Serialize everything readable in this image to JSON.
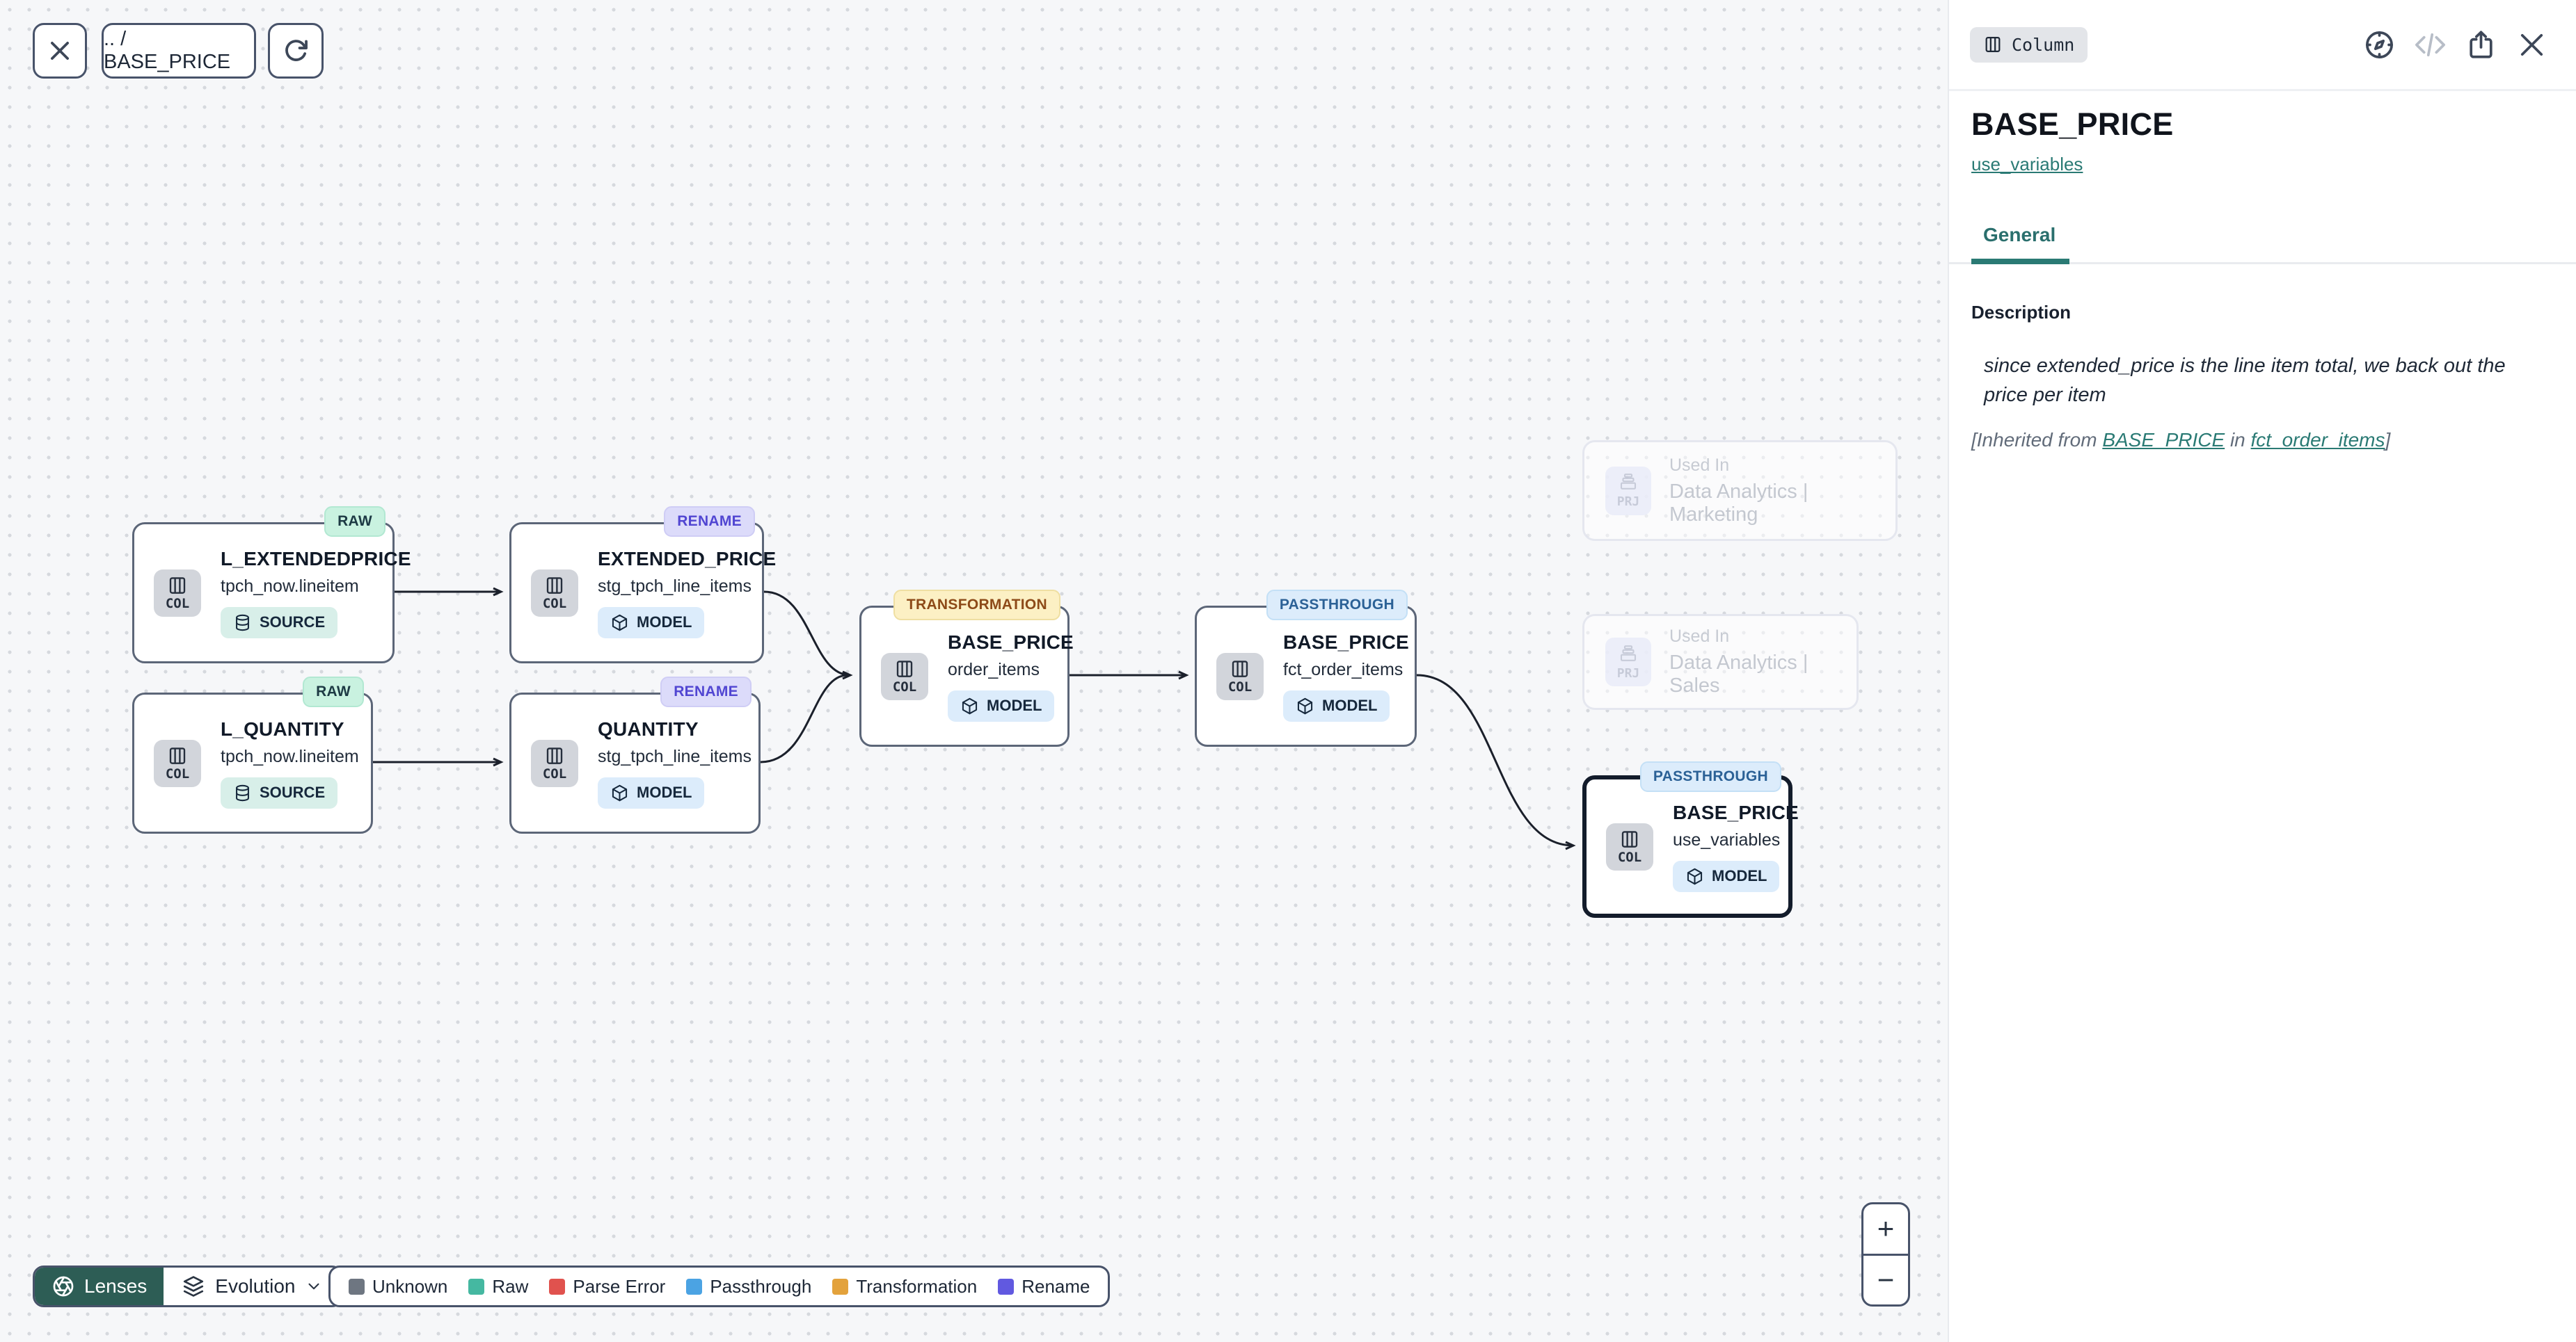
{
  "toolbar": {
    "breadcrumb": ".. / BASE_PRICE"
  },
  "graph": {
    "nodes": [
      {
        "badge": "RAW",
        "title": "L_EXTENDEDPRICE",
        "subtitle": "tpch_now.lineitem",
        "entity_type": "SOURCE",
        "kind": "COL"
      },
      {
        "badge": "RENAME",
        "title": "EXTENDED_PRICE",
        "subtitle": "stg_tpch_line_items",
        "entity_type": "MODEL",
        "kind": "COL"
      },
      {
        "badge": "RAW",
        "title": "L_QUANTITY",
        "subtitle": "tpch_now.lineitem",
        "entity_type": "SOURCE",
        "kind": "COL"
      },
      {
        "badge": "RENAME",
        "title": "QUANTITY",
        "subtitle": "stg_tpch_line_items",
        "entity_type": "MODEL",
        "kind": "COL"
      },
      {
        "badge": "TRANSFORMATION",
        "title": "BASE_PRICE",
        "subtitle": "order_items",
        "entity_type": "MODEL",
        "kind": "COL"
      },
      {
        "badge": "PASSTHROUGH",
        "title": "BASE_PRICE",
        "subtitle": "fct_order_items",
        "entity_type": "MODEL",
        "kind": "COL"
      },
      {
        "badge": "PASSTHROUGH",
        "title": "BASE_PRICE",
        "subtitle": "use_variables",
        "entity_type": "MODEL",
        "kind": "COL",
        "selected": true
      }
    ],
    "ghosts": [
      {
        "kind": "PRJ",
        "label": "Used In",
        "name": "Data Analytics | Marketing"
      },
      {
        "kind": "PRJ",
        "label": "Used In",
        "name": "Data Analytics | Sales"
      }
    ]
  },
  "lenses": {
    "button_label": "Lenses",
    "selected_lens": "Evolution"
  },
  "legend": {
    "items": [
      {
        "label": "Unknown",
        "color": "#6e7681"
      },
      {
        "label": "Raw",
        "color": "#45b8a1"
      },
      {
        "label": "Parse Error",
        "color": "#e0524e"
      },
      {
        "label": "Passthrough",
        "color": "#4ba3e3"
      },
      {
        "label": "Transformation",
        "color": "#e3a23c"
      },
      {
        "label": "Rename",
        "color": "#6159e0"
      }
    ]
  },
  "zoom_controls": {
    "zoom_in": "+",
    "zoom_out": "−"
  },
  "panel": {
    "type_badge": "Column",
    "title": "BASE_PRICE",
    "model_link": "use_variables",
    "tabs": [
      {
        "label": "General",
        "active": true
      }
    ],
    "description": {
      "heading": "Description",
      "body": "since extended_price is the line item total, we back out the price per item",
      "inherited_prefix": "[Inherited from ",
      "inherited_link1": "BASE_PRICE",
      "inherited_middle": " in ",
      "inherited_link2": "fct_order_items",
      "inherited_suffix": "]"
    }
  },
  "icons": [
    "close-icon",
    "refresh-icon",
    "columns-icon",
    "database-icon",
    "cube-icon",
    "project-tray-icon",
    "aperture-icon",
    "layers-icon",
    "chevron-down-icon",
    "compass-icon",
    "code-icon",
    "share-icon",
    "plus-icon",
    "minus-icon"
  ],
  "colors": {
    "accent_teal": "#2a7a74",
    "lenses_button": "#2d5d55",
    "selection_border": "#131c2b",
    "canvas_background": "#f6f7f9",
    "badge_raw_bg": "#c9f2e0",
    "badge_rename_bg": "#dcdbfa",
    "badge_transformation_bg": "#fcf0c4",
    "badge_passthrough_bg": "#dcecfb"
  }
}
